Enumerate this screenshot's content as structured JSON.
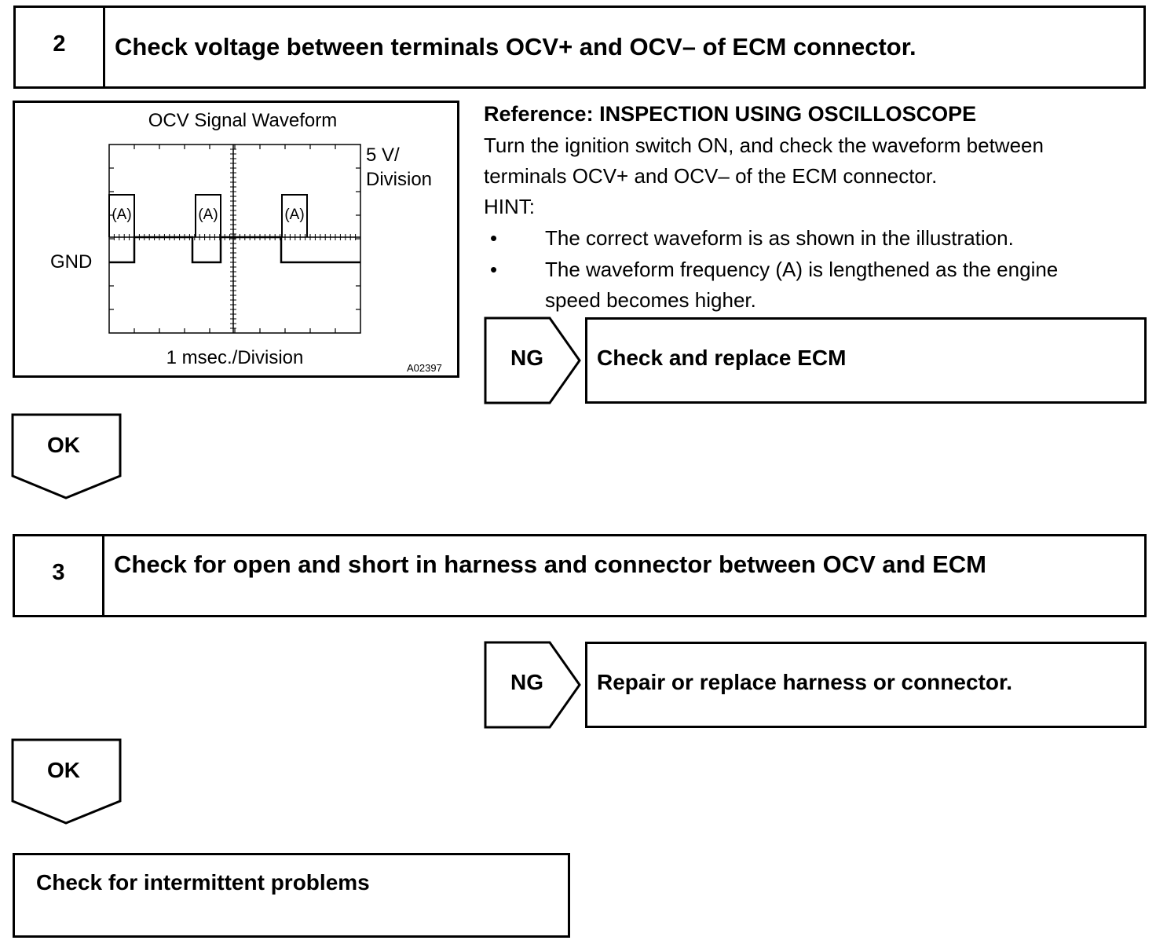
{
  "step2": {
    "number": "2",
    "title": "Check voltage between terminals OCV+ and OCV– of ECM connector."
  },
  "waveform": {
    "title": "OCV Signal Waveform",
    "volts_per_division": "5 V/",
    "volts_per_division_2": "Division",
    "ground_label": "GND",
    "time_per_division": "1 msec./Division",
    "figure_code": "A02397",
    "pulse_label": "(A)"
  },
  "reference": {
    "heading": "Reference: INSPECTION USING OSCILLOSCOPE",
    "line1": "Turn the ignition switch ON, and check the waveform between",
    "line2": "terminals OCV+ and OCV– of the ECM connector.",
    "hint_label": "HINT:",
    "bullet1": "The correct waveform is as shown in the illustration.",
    "bullet2_line1": "The waveform frequency (A) is lengthened as the engine",
    "bullet2_line2": "speed becomes higher.",
    "bullet_char": "•"
  },
  "ng1": {
    "label": "NG",
    "result": "Check and replace ECM"
  },
  "ok1": {
    "label": "OK"
  },
  "step3": {
    "number": "3",
    "title": "Check for open and short in harness and connector between OCV and ECM"
  },
  "ng2": {
    "label": "NG",
    "result": "Repair or replace harness or connector."
  },
  "ok2": {
    "label": "OK"
  },
  "final": {
    "label": "Check for intermittent problems"
  }
}
